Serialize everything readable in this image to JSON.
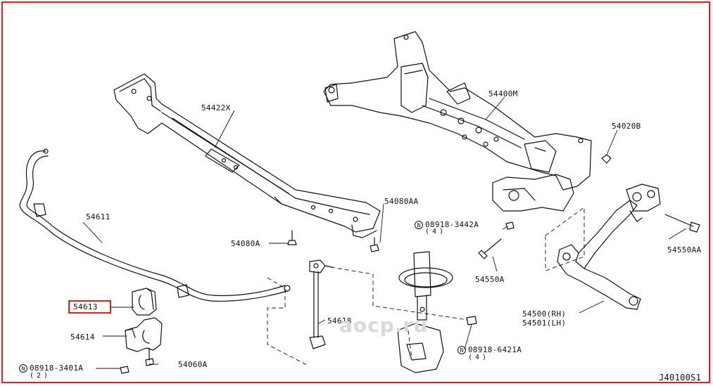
{
  "parts": {
    "p54422x": "54422X",
    "p54400m": "54400M",
    "p54020b": "54020B",
    "p54611": "54611",
    "p54080aa": "54080AA",
    "p08918_3442a": "08918-3442A",
    "p08918_3442a_qty": "(4)",
    "p54080a": "54080A",
    "p54550aa": "54550AA",
    "p54550a": "54550A",
    "p54613": "54613",
    "p54618": "54618",
    "p54500": "54500(RH)",
    "p54501": "54501(LH)",
    "p54614": "54614",
    "p08918_6421a": "08918-6421A",
    "p08918_6421a_qty": "(4)",
    "p54060a": "54060A",
    "p08918_3401a": "08918-3401A",
    "p08918_3401a_qty": "(2)"
  },
  "n_mark": "N",
  "watermark": "aocp.ru",
  "diagram_code": "J40100S1",
  "highlight_color": "#e02020"
}
